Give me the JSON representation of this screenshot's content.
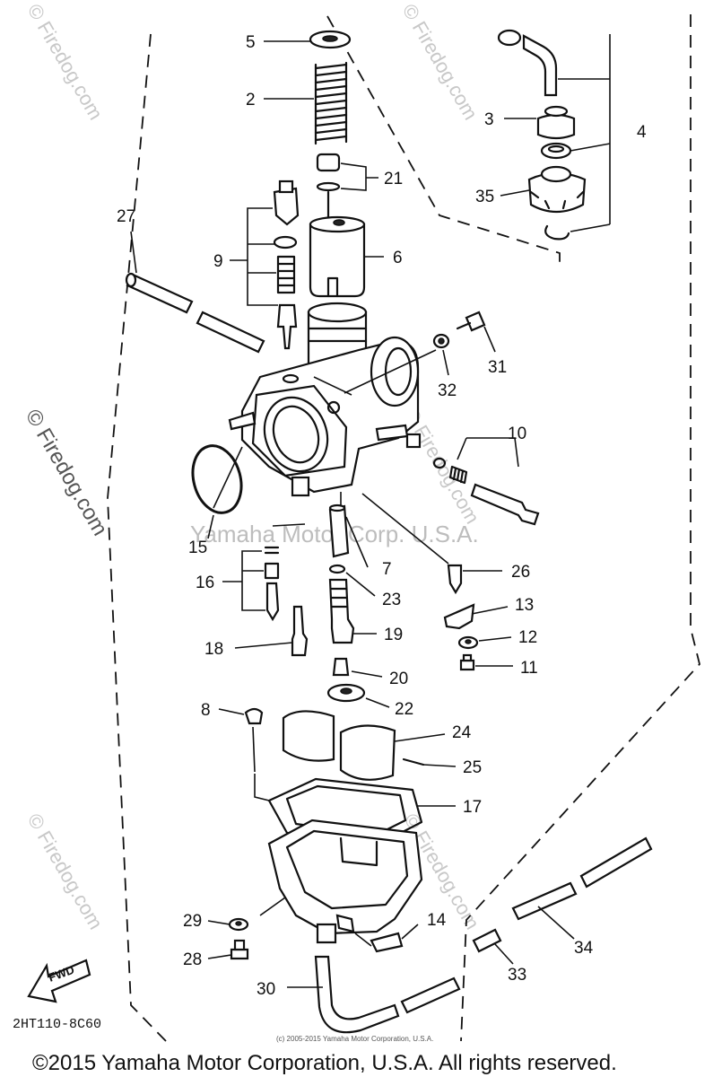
{
  "diagram": {
    "part_numbers": [
      "2",
      "3",
      "4",
      "5",
      "6",
      "7",
      "8",
      "9",
      "10",
      "11",
      "12",
      "13",
      "14",
      "15",
      "16",
      "17",
      "18",
      "19",
      "20",
      "21",
      "22",
      "23",
      "24",
      "25",
      "26",
      "27",
      "28",
      "29",
      "30",
      "31",
      "32",
      "33",
      "34",
      "35"
    ],
    "labels": {
      "p5": "5",
      "p2": "2",
      "p3": "3",
      "p4": "4",
      "p21": "21",
      "p35": "35",
      "p27": "27",
      "p6": "6",
      "p9": "9",
      "p31": "31",
      "p32": "32",
      "p10": "10",
      "p15": "15",
      "p7": "7",
      "p26": "26",
      "p16": "16",
      "p23": "23",
      "p13": "13",
      "p18": "18",
      "p19": "19",
      "p12": "12",
      "p11": "11",
      "p20": "20",
      "p22": "22",
      "p8": "8",
      "p24": "24",
      "p25": "25",
      "p17": "17",
      "p29": "29",
      "p14": "14",
      "p34": "34",
      "p28": "28",
      "p30": "30",
      "p33": "33"
    },
    "fwd_label": "FWD",
    "diagram_code": "2HT110-8C60",
    "watermark_center": "Yamaha Motor Corp. U.S.A.",
    "watermark_site": "© Firedog.com",
    "small_copyright": "(c) 2005-2015 Yamaha Motor Corporation, U.S.A.",
    "footer_copyright": "©2015 Yamaha Motor Corporation, U.S.A. All rights reserved."
  }
}
